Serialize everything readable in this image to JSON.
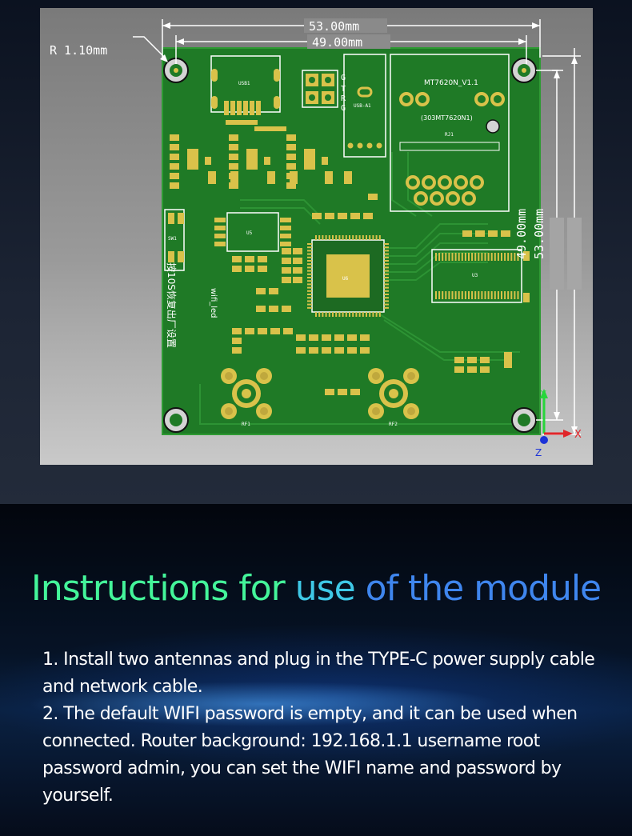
{
  "board": {
    "dim_width_outer": "53.00mm",
    "dim_width_inner": "49.00mm",
    "dim_height_inner": "49.00mm",
    "dim_height_outer": "53.00mm",
    "radius_label": "R 1.10mm",
    "model": "MT7620N_V1.1",
    "model_sub": "(303MT7620N1)",
    "usb_label": "USB1",
    "usb_a_label": "USB-A1",
    "rj_label": "RJ1",
    "ic_main": "U6",
    "ic_flash": "U5",
    "ic_ram": "U3",
    "sw_label": "SW1",
    "rf1": "RF1",
    "rf2": "RF2",
    "reset_note": "按10S恢复出厂设置",
    "wifi_led": "wifi_led",
    "uart_labels": [
      "G",
      "T",
      "R",
      "G"
    ],
    "axis_x": "X",
    "axis_y": "Y",
    "axis_z": "Z",
    "colors": {
      "pcb": "#1f7a26",
      "pad": "#d9c24a",
      "silk": "#ffffff",
      "accent_green": "#44f59a",
      "accent_blue": "#3f86ee"
    }
  },
  "title": {
    "part1": "Instructions for ",
    "part2": "use ",
    "part3": "of the module"
  },
  "instructions": [
    "1. Install two antennas and plug in the TYPE-C power supply cable and network cable.",
    "2. The default WIFI password is empty, and it can be used when connected. Router background: 192.168.1.1 username root password admin, you can set the WIFI name and password by yourself."
  ]
}
